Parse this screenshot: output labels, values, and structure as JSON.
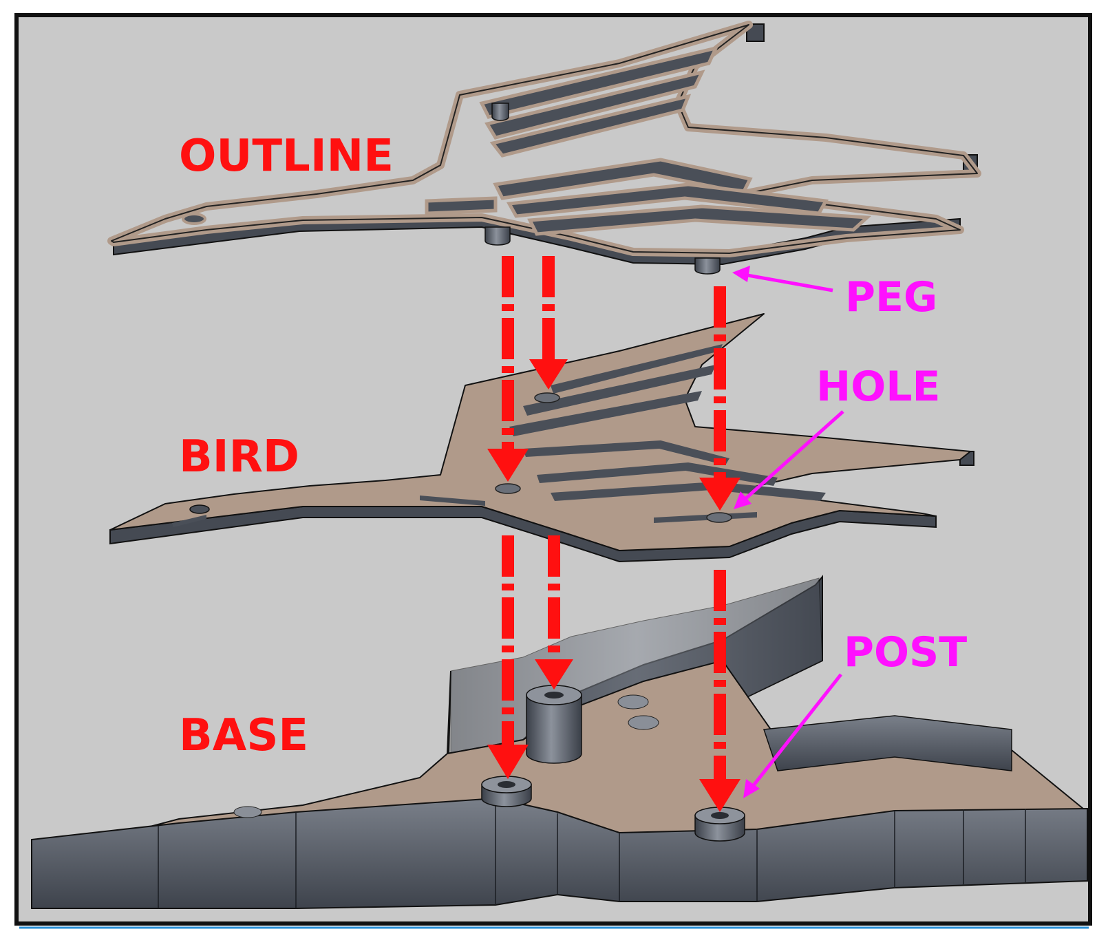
{
  "diagram": {
    "layer_labels": {
      "outline": "OUTLINE",
      "bird": "BIRD",
      "base": "BASE"
    },
    "callouts": {
      "peg": "PEG",
      "hole": "HOLE",
      "post": "POST"
    },
    "colors": {
      "background": "#c9c9c9",
      "frame": "#111111",
      "face": "#b09a8a",
      "wall_dark": "#3e434c",
      "wall_light": "#6b717b",
      "layer_label": "#ff1010",
      "callout": "#ff10ff",
      "assembly_arrow": "#ff1010",
      "frame_underline": "#2a8fd6"
    }
  }
}
